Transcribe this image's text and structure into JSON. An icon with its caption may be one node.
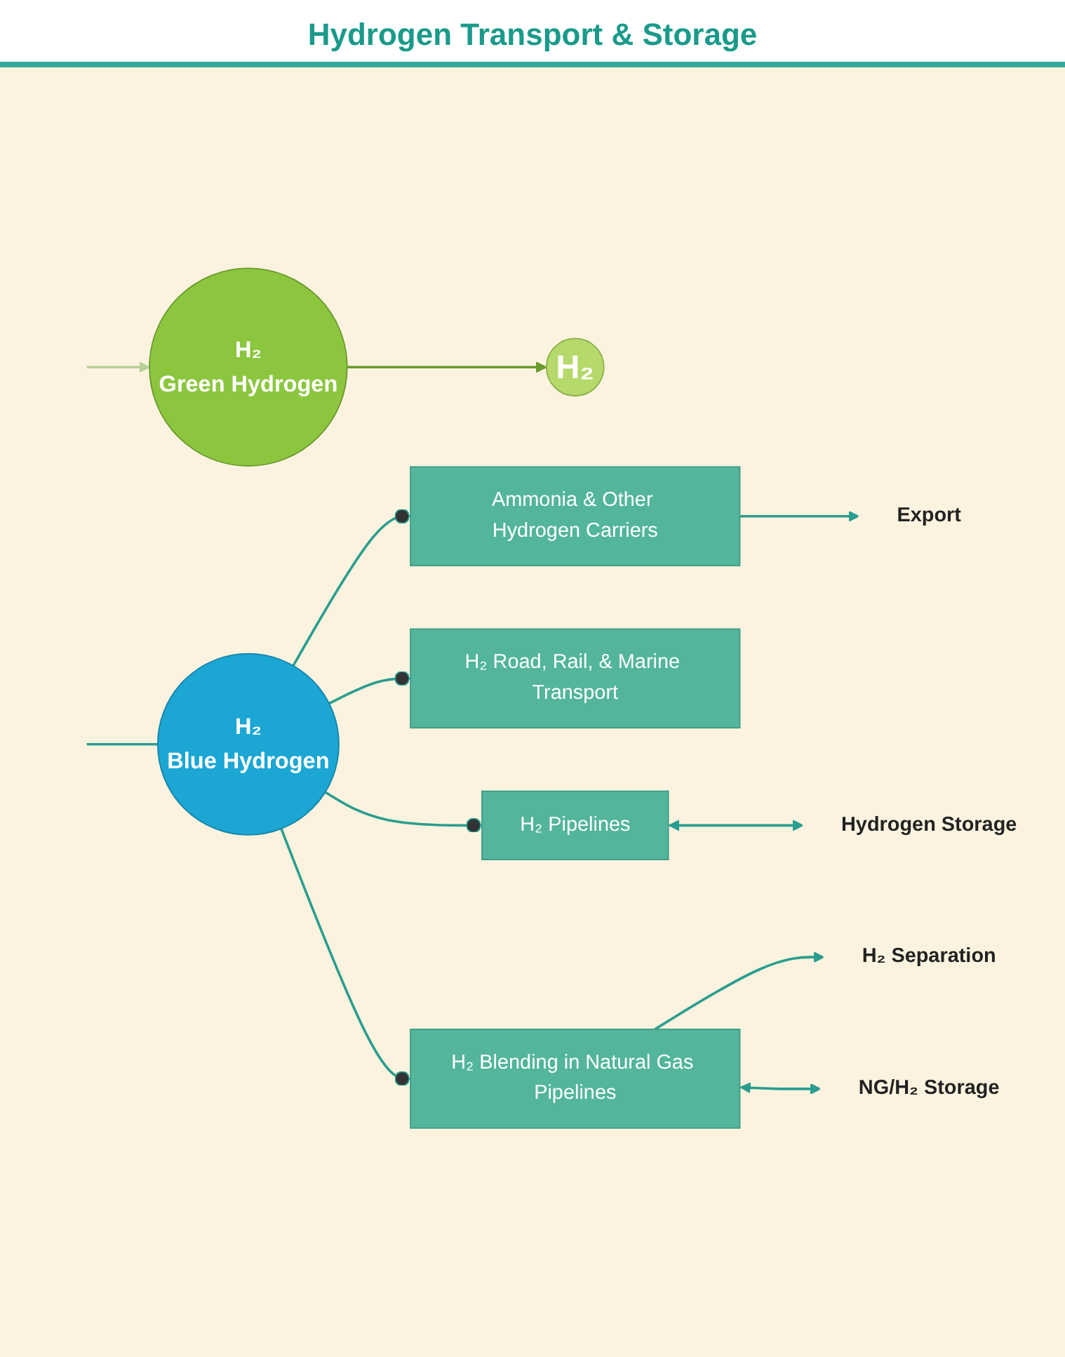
{
  "diagram": {
    "title": "Hydrogen Transport & Storage",
    "nodes": [
      {
        "text": [
          "H₂",
          "Green Hydrogen"
        ]
      },
      {
        "text": [
          "H₂"
        ]
      },
      {
        "text": [
          "H₂",
          "Blue Hydrogen"
        ]
      },
      {
        "text": [
          "Export"
        ]
      },
      {
        "text": [
          "Ammonia & Other Hydrogen Carriers"
        ]
      },
      {
        "text": [
          "H₂ Road, Rail, & Marine Transport"
        ]
      },
      {
        "text": [
          "H₂ Pipelines"
        ]
      },
      {
        "text": [
          "Hydrogen Storage"
        ]
      },
      {
        "text": [
          "H₂ Separation"
        ]
      },
      {
        "text": [
          "H₂ Blending in Natural Gas Pipelines"
        ]
      },
      {
        "text": [
          "NG/H₂ Storage"
        ]
      }
    ],
    "edges": [
      {
        "from": null,
        "to": 0,
        "arrow": "to",
        "color": "#b7cf9a"
      },
      {
        "from": 0,
        "to": 1,
        "arrow": "to",
        "color": "#6b9a2e"
      },
      {
        "from": null,
        "to": 2,
        "arrow": "none"
      },
      {
        "from": 2,
        "to": 4,
        "arrow": "other"
      },
      {
        "from": 2,
        "to": 5,
        "arrow": "other"
      },
      {
        "from": 2,
        "to": 6,
        "arrow": "other"
      },
      {
        "from": 2,
        "to": 9,
        "arrow": "other"
      },
      {
        "from": 4,
        "to": 3,
        "arrow": "to"
      },
      {
        "from": 6,
        "to": 7,
        "arrow": "both"
      },
      {
        "from": 9,
        "to": 8,
        "arrow": "to"
      },
      {
        "from": 9,
        "to": 10,
        "arrow": "both"
      }
    ]
  }
}
